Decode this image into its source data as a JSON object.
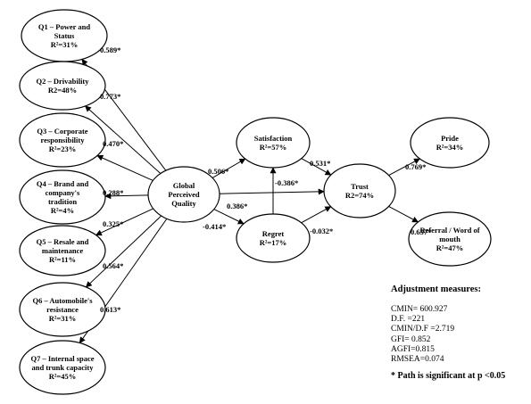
{
  "nodes": {
    "q1": [
      "Q1 – Power and",
      "Status",
      "R²=31%"
    ],
    "q2": [
      "Q2 – Drivability",
      "R2=48%"
    ],
    "q3": [
      "Q3 – Corporate",
      "responsibility",
      "R²=23%"
    ],
    "q4": [
      "Q4 – Brand and",
      "company's",
      "tradition",
      "R²=4%"
    ],
    "q5": [
      "Q5 – Resale and",
      "maintenance",
      "R²=11%"
    ],
    "q6": [
      "Q6 – Automobile's",
      "resistance",
      "R²=31%"
    ],
    "q7": [
      "Q7 – Internal space",
      "and trunk capacity",
      "R²=45%"
    ],
    "gpq": [
      "Global",
      "Perceived",
      "Quality"
    ],
    "satisfaction": [
      "Satisfaction",
      "R²=57%"
    ],
    "regret": [
      "Regret",
      "R²=17%"
    ],
    "trust": [
      "Trust",
      "R2=74%"
    ],
    "pride": [
      "Pride",
      "R²=34%"
    ],
    "referral": [
      "Referral / Word of",
      "mouth",
      "R²=47%"
    ]
  },
  "paths": {
    "gpq_q1": "0.589*",
    "gpq_q2": "0.773*",
    "gpq_q3": "0.470*",
    "gpq_q4": "0.288*",
    "gpq_q5": "0.325*",
    "gpq_q6": "0.564*",
    "gpq_q7": "0.613*",
    "gpq_satisfaction": "0.506*",
    "gpq_trust": "0.386*",
    "gpq_regret": "-0.414*",
    "regret_satisfaction": "-0.386*",
    "satisfaction_trust": "0.531*",
    "regret_trust": "-0.032*",
    "trust_pride": "0.769*",
    "trust_referral": "0.657*"
  },
  "adjustment": {
    "title": "Adjustment measures:",
    "cmin": "CMIN= 600.927",
    "df": "D.F. =221",
    "cmin_df": "CMIN/D.F =2.719",
    "gfi": "GFI= 0.852",
    "agfi": "AGFI=0.815",
    "rmsea": "RMSEA=0.074",
    "note": "*  Path is significant at p <0.05"
  }
}
